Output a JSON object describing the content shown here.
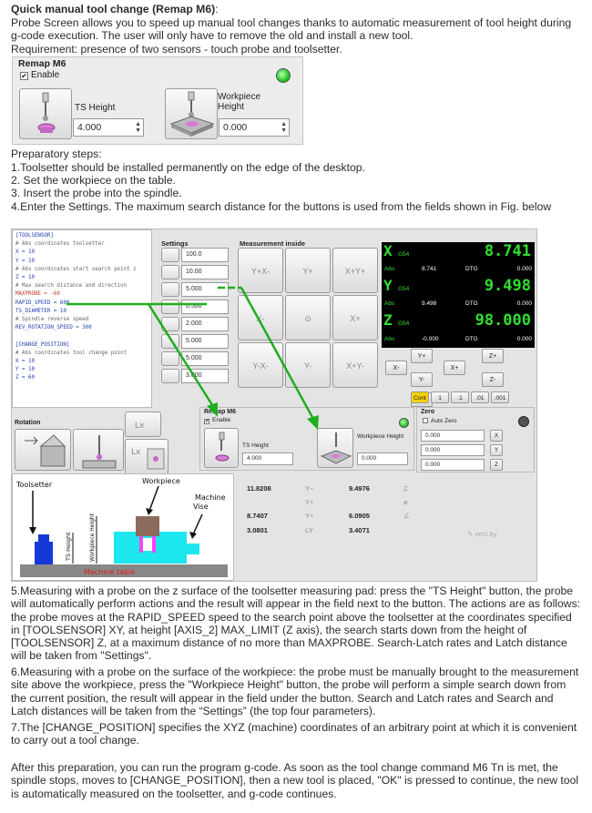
{
  "doc": {
    "title": "Quick manual tool change (Remap M6)",
    "title_suffix": ":",
    "intro": "Probe Screen allows you to speed up manual tool changes thanks to automatic measurement of tool height during g-code execution. The user will only have to remove the old and install a new tool.",
    "requirement": "Requirement: presence of two sensors - touch probe  and toolsetter.",
    "prep_title": "Preparatory steps:",
    "steps": [
      "1.Toolsetter should be installed permanently on the edge of the desktop.",
      "2. Set the workpiece on the table.",
      "3. Insert the probe into the spindle.",
      "4.Enter the Settings. The maximum search distance for the buttons is used from the fields shown in Fig. below"
    ],
    "step5": "5.Measuring with a probe on the z surface of the  toolsetter measuring pad: press the \"TS Height\" button, the probe will automatically perform actions and the result will appear in the field next to the button. The actions are as follows: the probe moves at the RAPID_SPEED speed to the search point above the toolsetter at the coordinates specified in [TOOLSENSOR] XY, at height  [AXIS_2] MAX_LIMIT (Z axis), the search starts down from the height of [TOOLSENSOR] Z, at a maximum distance of no more than MAXPROBE. Search-Latch rates and Latch distance will be taken from \"Settings\".",
    "step6": "6.Measuring with a probe on the surface of the workpiece: the probe must be manually brought to the measurement site above the workpiece, press the \"Workpiece Height\" button, the probe will perform a simple search down from the current position, the result will appear in the field under the button. Search and Latch rates and Search and Latch distances will be taken from the “Settings” (the top four parameters).",
    "step7": "7.The [CHANGE_POSITION] specifies the XYZ (machine) coordinates of an arbitrary point at which it is convenient to carry out a tool change.",
    "final": "After this preparation, you can run the program g-code. As soon as the tool change command M6 Tn is met, the spindle stops, moves to [CHANGE_POSITION], then a new tool is placed, \"OK\" is pressed to continue, the new tool is automatically measured on the toolsetter, and g-code continues."
  },
  "remap_panel": {
    "title": "Remap M6",
    "enable": "Enable",
    "ts_height_label": "TS Height",
    "ts_height_value": "4.000",
    "workpiece_label": "Workpiece Height",
    "workpiece_value": "0.000"
  },
  "config": {
    "lines": [
      "[TOOLSENSOR]",
      "# Abs coordinates toolsetter",
      "X = 10",
      "Y = 10",
      "# Abs coordinates start search point z",
      "Z = 10",
      "# Max search distance and direction",
      "MAXPROBE = -60",
      "RAPID_SPEED = 600",
      "TS_DIAMETER = 10",
      "# Spindle reverse speed",
      "REV_ROTATION_SPEED = 300",
      "",
      "[CHANGE_POSITION]",
      "# Abs coordinates tool change point",
      "X = 10",
      "Y = 10",
      "Z = 60"
    ]
  },
  "screen": {
    "settings_title": "Settings",
    "settings_values": [
      "100.0",
      "10.00",
      "5.000",
      "0.500",
      "2.000",
      "5.000",
      "5.000",
      "3.000"
    ],
    "measurement_title": "Measurement inside",
    "rotation_title": "Rotation",
    "dro": {
      "x": "8.741",
      "y": "9.498",
      "z": "98.000",
      "x_abs": "8.741",
      "y_abs": "9.498",
      "z_abs": "-0.000",
      "dtg": "0.000",
      "g54": "G54",
      "abs": "Abs",
      "dtg_label": "DTG",
      "x_letter": "X",
      "y_letter": "Y",
      "z_letter": "Z"
    },
    "jog": {
      "yplus": "Y+",
      "yminus": "Y-",
      "xminus": "X-",
      "xplus": "X+",
      "zplus": "Z+",
      "zminus": "Z-",
      "increments": [
        "Cont",
        "1",
        ".1",
        ".01",
        ".001"
      ]
    },
    "remap_title": "Remap M6",
    "remap_enable": "Enable",
    "ts_height_label": "TS Height",
    "ts_height_value": "4.000",
    "workpiece_label": "Workpiece Height",
    "workpiece_value": "0.000",
    "zero_title": "Zero",
    "auto_zero": "Auto Zero",
    "zero_values": [
      "0.000",
      "0.000",
      "0.000"
    ],
    "results": [
      "11.8208",
      "9.4976",
      "8.7407",
      "6.0905",
      "3.0801",
      "3.4071"
    ],
    "brand": "vers.by"
  },
  "diagram": {
    "toolsetter": "Toolsetter",
    "workpiece": "Workpiece",
    "vise": "Machine Vise",
    "ts_height": "TS Height",
    "workpiece_height": "Workpiece Height",
    "table": "Machine table"
  },
  "colors": {
    "dro_green": "#2fe02f",
    "arrow_green": "#1fae1f",
    "toolsetter_blue": "#1638d8",
    "vise_cyan": "#1de7ee",
    "workpiece_brown": "#8c6a5c",
    "label_red": "#e21b1b"
  }
}
